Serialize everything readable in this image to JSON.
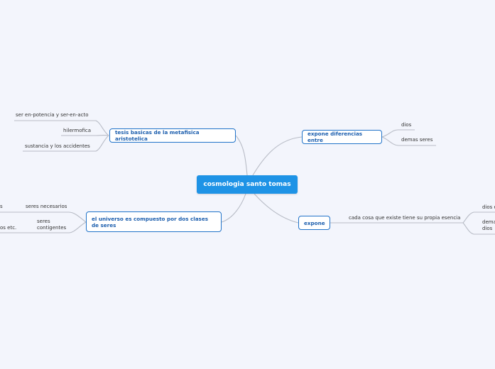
{
  "central": "cosmologia santo tomas",
  "nodes": {
    "tesis": "tesis basicas de la metafisica aristotelica",
    "universo": "el universo es compuesto por dos clases de seres",
    "diferencias": "expone diferencias entre",
    "expone": "expone"
  },
  "leaves": {
    "potencia": "ser en-potencia y ser-en-acto",
    "hilermofica": "hilermofica",
    "sustancia": "sustancia y los accidentes",
    "necesarios": "seres necesarios",
    "necesarios_sub": "s",
    "contigentes_1": "seres",
    "contigentes_2": "contigentes",
    "contigentes_sub": "os etc.",
    "dios": "dios",
    "demas": "demas seres",
    "esencia": "cada cosa que existe tiene su propia esencia",
    "dios_e": "dios e",
    "dema_1": "dema",
    "dema_2": "dios"
  },
  "colors": {
    "background": "#f3f5fc",
    "central": "#1e93e6",
    "node_border": "#2173c9",
    "link": "#b8bcc6"
  }
}
